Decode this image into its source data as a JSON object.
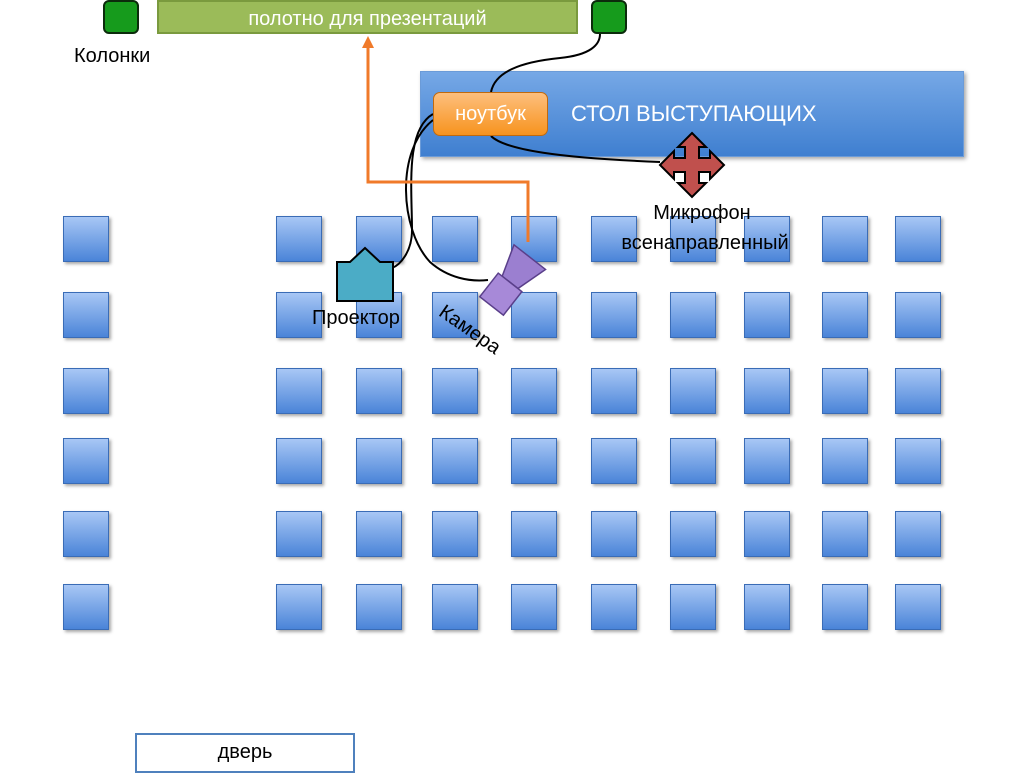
{
  "screen": {
    "label": "полотно для презентаций"
  },
  "speakers": {
    "label": "Колонки"
  },
  "stage": {
    "label": "СТОЛ ВЫСТУПАЮЩИХ"
  },
  "laptop": {
    "label": "ноутбук"
  },
  "microphone": {
    "label_line1": "Микрофон",
    "label_line2": "всенаправленный"
  },
  "projector": {
    "label": "Проектор"
  },
  "camera": {
    "label": "Камера"
  },
  "door": {
    "label": "дверь"
  },
  "seating": {
    "rows": 6,
    "columns": 10
  },
  "colors": {
    "screen": "#9bbb59",
    "speaker": "#169b1c",
    "stage": "#4f81bd",
    "laptop": "#f79646",
    "microphone": "#c0504d",
    "projector": "#4bacc6",
    "camera": "#8064a2",
    "projection_line": "#f07a2a"
  },
  "icons": {
    "speaker": "speaker-icon",
    "microphone": "microphone-icon",
    "projector": "projector-icon",
    "camera": "camera-icon"
  }
}
